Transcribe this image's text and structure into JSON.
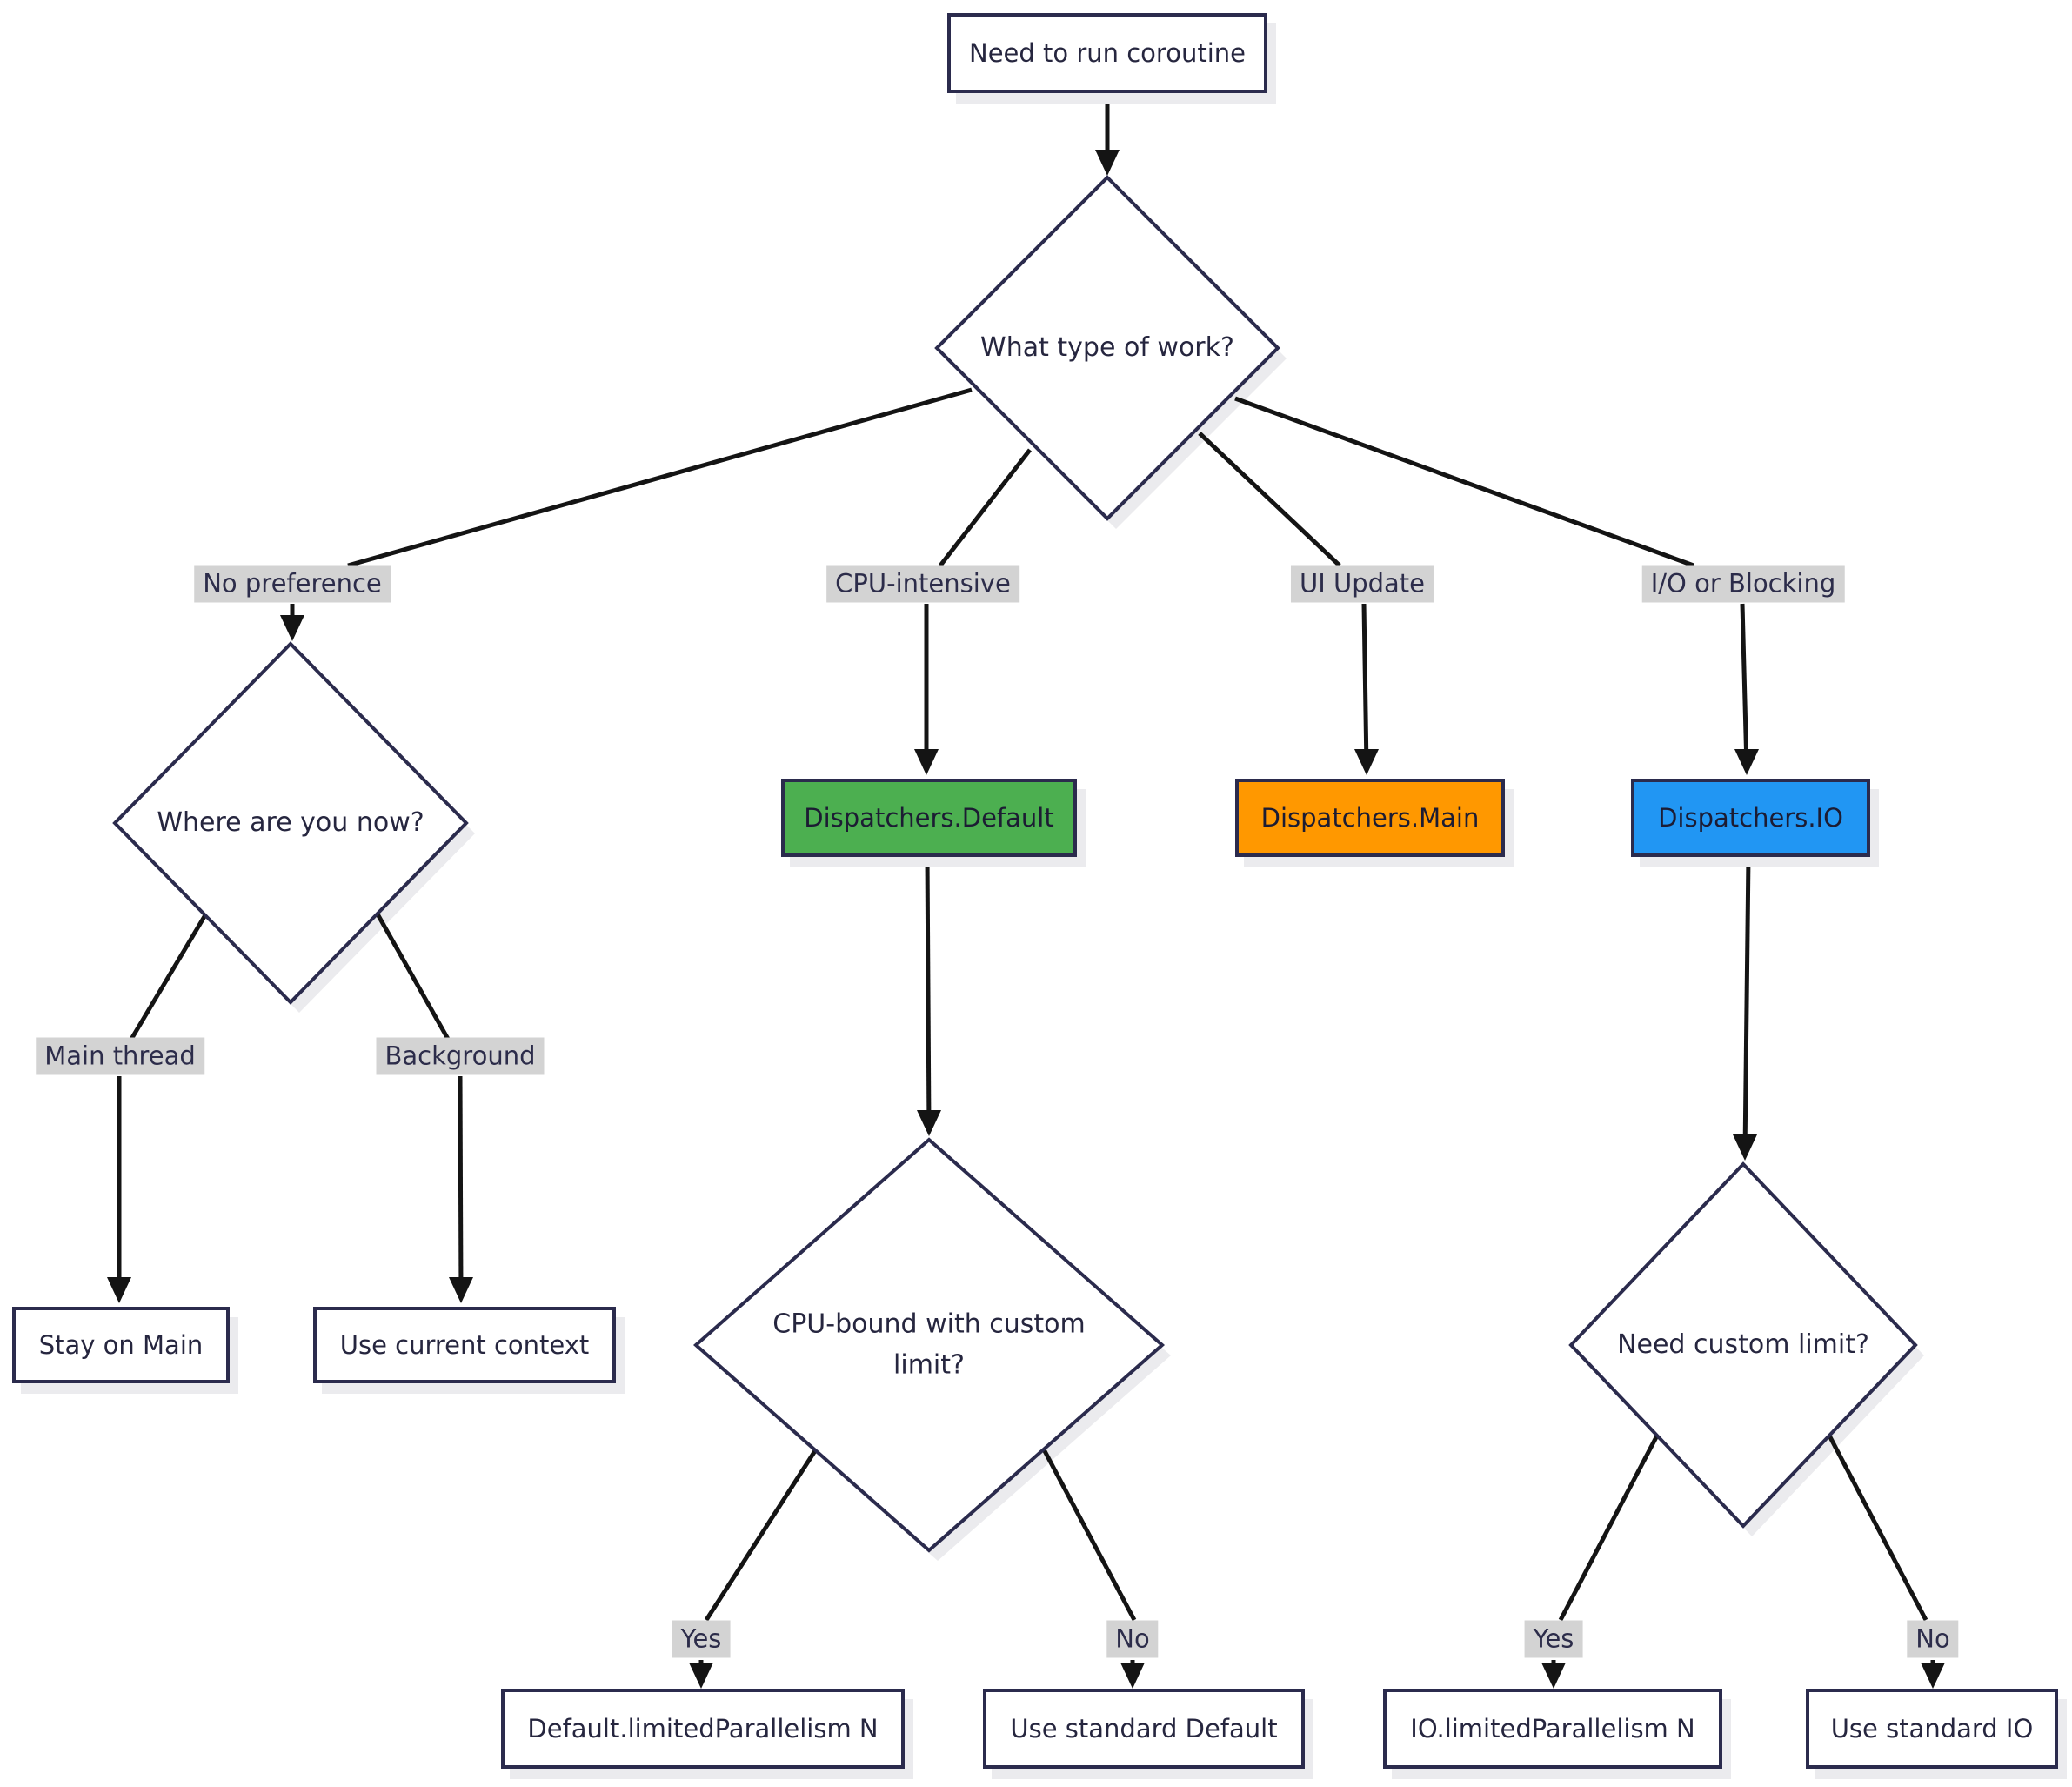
{
  "diagram": {
    "type": "flowchart",
    "direction": "top-down",
    "topic": "Coroutine dispatcher decision tree",
    "nodes": {
      "start": "Need to run coroutine",
      "work_type": "What type of work?",
      "where_now": "Where are you now?",
      "dispatchers_default": "Dispatchers.Default",
      "dispatchers_main": "Dispatchers.Main",
      "dispatchers_io": "Dispatchers.IO",
      "stay_on_main": "Stay on Main",
      "use_current_context": "Use current context",
      "cpu_bound_custom_limit": "CPU-bound with custom limit?",
      "need_custom_limit": "Need custom limit?",
      "default_limited_parallelism": "Default.limitedParallelism N",
      "use_standard_default": "Use standard Default",
      "io_limited_parallelism": "IO.limitedParallelism N",
      "use_standard_io": "Use standard IO"
    },
    "edge_labels": {
      "no_preference": "No preference",
      "cpu_intensive": "CPU-intensive",
      "ui_update": "UI Update",
      "io_or_blocking": "I/O or Blocking",
      "main_thread": "Main thread",
      "background": "Background",
      "cpu_yes": "Yes",
      "cpu_no": "No",
      "io_yes": "Yes",
      "io_no": "No"
    },
    "edges": [
      {
        "from": "start",
        "to": "work_type",
        "label": ""
      },
      {
        "from": "work_type",
        "to": "where_now",
        "label": "No preference"
      },
      {
        "from": "work_type",
        "to": "dispatchers_default",
        "label": "CPU-intensive"
      },
      {
        "from": "work_type",
        "to": "dispatchers_main",
        "label": "UI Update"
      },
      {
        "from": "work_type",
        "to": "dispatchers_io",
        "label": "I/O or Blocking"
      },
      {
        "from": "where_now",
        "to": "stay_on_main",
        "label": "Main thread"
      },
      {
        "from": "where_now",
        "to": "use_current_context",
        "label": "Background"
      },
      {
        "from": "dispatchers_default",
        "to": "cpu_bound_custom_limit",
        "label": ""
      },
      {
        "from": "cpu_bound_custom_limit",
        "to": "default_limited_parallelism",
        "label": "Yes"
      },
      {
        "from": "cpu_bound_custom_limit",
        "to": "use_standard_default",
        "label": "No"
      },
      {
        "from": "dispatchers_io",
        "to": "need_custom_limit",
        "label": ""
      },
      {
        "from": "need_custom_limit",
        "to": "io_limited_parallelism",
        "label": "Yes"
      },
      {
        "from": "need_custom_limit",
        "to": "use_standard_io",
        "label": "No"
      }
    ],
    "colors": {
      "dispatchers_default_fill": "#4caf50",
      "dispatchers_main_fill": "#ff9800",
      "dispatchers_io_fill": "#2196f3",
      "node_border": "#2b2b4d",
      "node_fill": "#ffffff",
      "edge_line": "#141414",
      "edge_label_bg": "#d3d3d3",
      "shadow": "#ebebee"
    }
  }
}
